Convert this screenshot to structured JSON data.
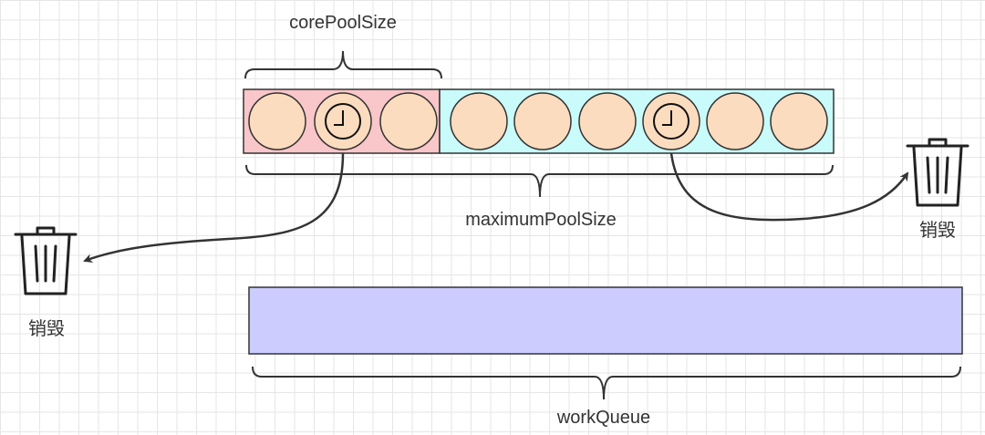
{
  "labels": {
    "core_pool_size": "corePoolSize",
    "maximum_pool_size": "maximumPoolSize",
    "work_queue": "workQueue",
    "destroy_left": "销毁",
    "destroy_right": "销毁"
  },
  "threads": [
    {
      "region": "core",
      "idle_timer": false
    },
    {
      "region": "core",
      "idle_timer": true
    },
    {
      "region": "core",
      "idle_timer": false
    },
    {
      "region": "non-core",
      "idle_timer": false
    },
    {
      "region": "non-core",
      "idle_timer": false
    },
    {
      "region": "non-core",
      "idle_timer": false
    },
    {
      "region": "non-core",
      "idle_timer": true
    },
    {
      "region": "non-core",
      "idle_timer": false
    },
    {
      "region": "non-core",
      "idle_timer": false
    }
  ],
  "icons": {
    "trash_left": "trash-icon",
    "trash_right": "trash-icon",
    "timer": "clock-icon"
  },
  "colors": {
    "core_region": "#f9c6c9",
    "non_core_region": "#c9fbfb",
    "queue": "#ccccff",
    "thread": "#fcdcbf",
    "stroke": "#333333"
  }
}
